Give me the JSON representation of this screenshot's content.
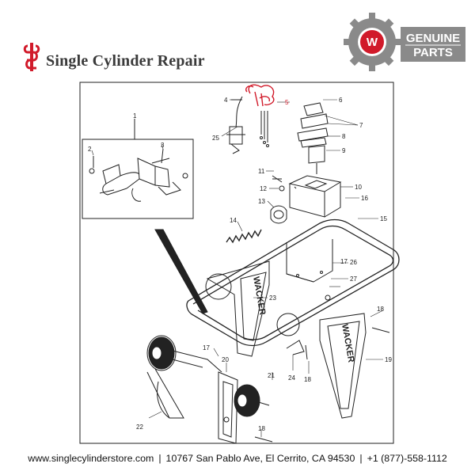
{
  "header": {
    "brand_title": "Single Cylinder Repair"
  },
  "badge": {
    "line1": "GENUINE",
    "line2": "PARTS",
    "letter": "W"
  },
  "callouts": {
    "c1": "1",
    "c2": "2",
    "c3": "3",
    "c4": "4",
    "c5": "5",
    "c6": "6",
    "c7": "7",
    "c8": "8",
    "c9": "9",
    "c10": "10",
    "c11": "11",
    "c12": "12",
    "c13": "13",
    "c14": "14",
    "c15": "15",
    "c16": "16",
    "c17a": "17",
    "c17b": "17",
    "c18a": "18",
    "c18b": "18",
    "c18c": "18",
    "c19": "19",
    "c20": "20",
    "c21": "21",
    "c22": "22",
    "c23": "23",
    "c24": "24",
    "c25": "25",
    "c26": "26",
    "c27": "27"
  },
  "footer": {
    "website": "www.singlecylinderstore.com",
    "address": "10767 San Pablo Ave, El Cerrito, CA 94530",
    "phone": "+1 (877)-558-1112",
    "separator": "|"
  },
  "colors": {
    "accent_red": "#d11a2a",
    "badge_gray": "#8a8a8a",
    "line": "#222222"
  }
}
